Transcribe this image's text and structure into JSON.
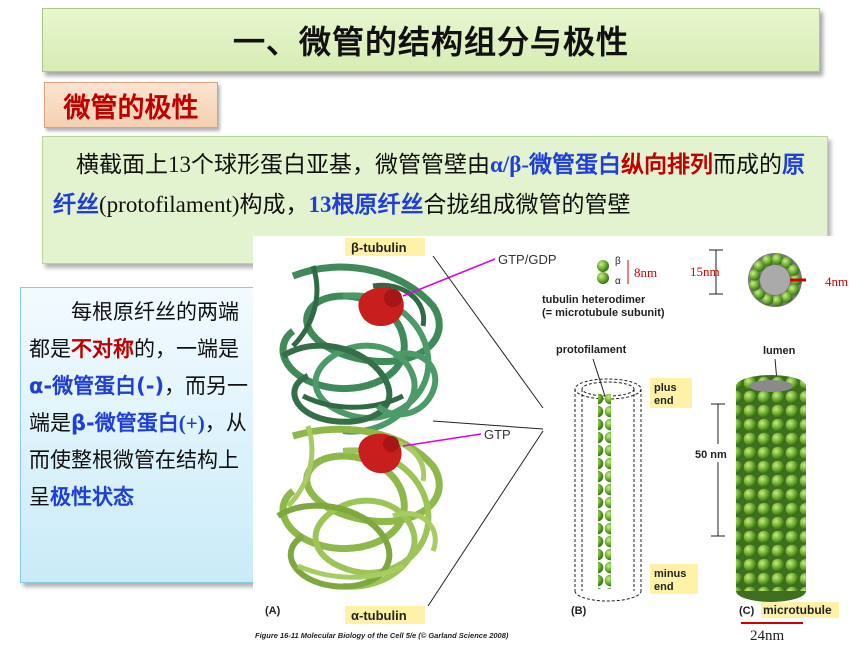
{
  "title": "一、微管的结构组分与极性",
  "subtitle": "微管的极性",
  "intro": {
    "p1": "横截面上",
    "p2": "13",
    "p3": "个球形蛋白亚基，微管管壁由",
    "p4": "α/β-",
    "p5": "微管蛋白",
    "p6": "纵向排列",
    "p7": "而成的",
    "p8": "原纤丝",
    "p9": "(protofilament)",
    "p10": "构成，",
    "p11": "13",
    "p12": "根原纤丝",
    "p13": "合拢组成微管的管壁"
  },
  "side": {
    "s1": "每根原纤丝的两端都是",
    "s2": "不对称",
    "s3": "的，一端是",
    "s4": "α-微管蛋白(-)",
    "s5": "，而另一端是",
    "s6": "β-微管蛋白",
    "s7": "(+)",
    "s8": "，从而使整根微管在结构上呈",
    "s9": "极性状态"
  },
  "figure": {
    "beta_tubulin": "β-tubulin",
    "alpha_tubulin": "α-tubulin",
    "gtp_gdp": "GTP/GDP",
    "gtp": "GTP",
    "beta_sym": "β",
    "alpha_sym": "α",
    "dim_8nm": "8nm",
    "dim_15nm": "15nm",
    "dim_4nm": "4nm",
    "heterodimer_1": "tubulin heterodimer",
    "heterodimer_2": "(= microtubule subunit)",
    "protofilament": "protofilament",
    "lumen": "lumen",
    "plus_1": "plus",
    "plus_2": "end",
    "minus_1": "minus",
    "minus_2": "end",
    "dim_50nm": "50 nm",
    "panel_a": "(A)",
    "panel_b": "(B)",
    "panel_c": "(C)",
    "microtubule": "microtubule",
    "dim_24nm": "24nm",
    "caption": "Figure 16-11 Molecular Biology of the Cell 5/e (© Garland Science 2008)"
  },
  "colors": {
    "title_bg": "#dcefbf",
    "subtitle_text": "#c00000",
    "highlight_blue": "#1f3fd8",
    "highlight_red": "#c00000",
    "protein_dark": "#3f8a5a",
    "protein_light": "#8fb84a",
    "gtp_red": "#c81e1e",
    "pointer_magenta": "#e000e0",
    "dimension_red": "#d40000"
  }
}
